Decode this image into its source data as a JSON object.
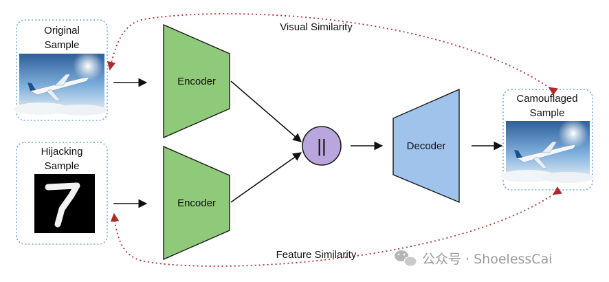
{
  "inputs": {
    "original": {
      "line1": "Original",
      "line2": "Sample"
    },
    "hijacking": {
      "line1": "Hijacking",
      "line2": "Sample",
      "digit": "7"
    }
  },
  "encoder_top_label": "Encoder",
  "encoder_bottom_label": "Encoder",
  "concat_symbol": "||",
  "decoder_label": "Decoder",
  "output": {
    "line1": "Camouflaged",
    "line2": "Sample"
  },
  "visual_similarity_label": "Visual Similarity",
  "feature_similarity_label": "Feature Similarity",
  "watermark": "公众号 · ShoelessCai",
  "colors": {
    "encoder_fill": "#8fc97a",
    "encoder_stroke": "#1a1a1a",
    "decoder_fill": "#9fc3ea",
    "concat_fill": "#b9a6dd",
    "dotted_box": "#6aa8e0",
    "similarity_arc": "#b02a2a"
  }
}
